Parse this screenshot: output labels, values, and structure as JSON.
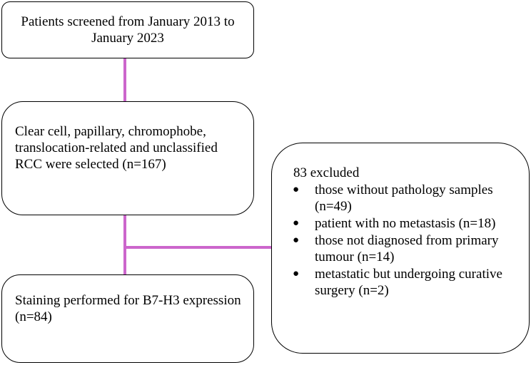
{
  "boxes": {
    "screened": {
      "text": "Patients screened from January 2013 to January 2023"
    },
    "selected": {
      "text": "Clear cell, papillary, chromophobe, translocation-related and unclassified RCC were selected (n=167)"
    },
    "stained": {
      "line1": "Staining performed for B7-H3 expression",
      "line2": "(n=84)"
    },
    "excluded": {
      "title": "83 excluded",
      "items": [
        "those without pathology samples (n=49)",
        "patient with no metastasis (n=18)",
        "those not diagnosed from primary tumour (n=14)",
        "metastatic but undergoing curative surgery (n=2)"
      ]
    }
  },
  "colors": {
    "connector": "#cc66cc",
    "border": "#000000",
    "background": "#ffffff"
  },
  "icons": {
    "bullet": "bullet-icon"
  }
}
